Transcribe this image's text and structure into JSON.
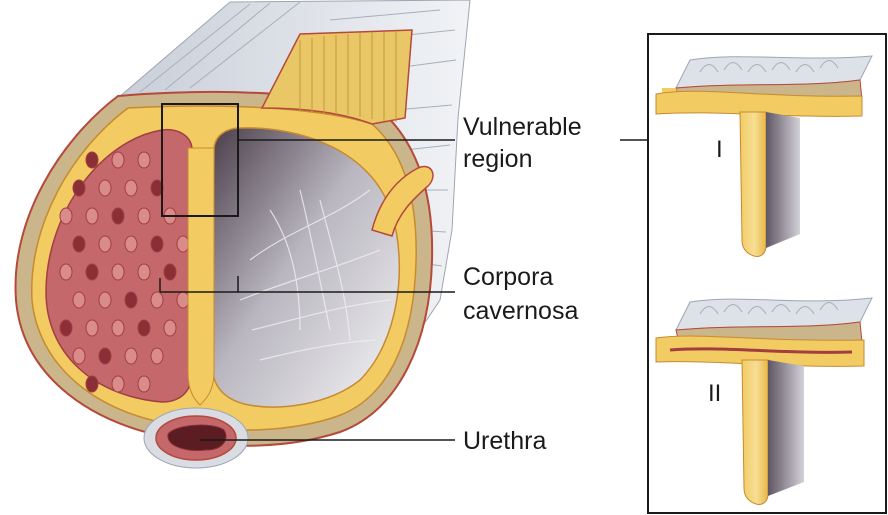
{
  "labels": {
    "vulnerable_line1": "Vulnerable",
    "vulnerable_line2": "region",
    "corpora_line1": "Corpora",
    "corpora_line2": "cavernosa",
    "urethra": "Urethra"
  },
  "inset": {
    "roman_1": "I",
    "roman_2": "II"
  },
  "colors": {
    "tunica_yellow": "#f2cc63",
    "tissue_red": "#c4686b",
    "sinus_dark": "#8a2f35",
    "outer_tan": "#c9b48a",
    "fascia_gray": "#d9dde3",
    "outline": "#b5493a"
  }
}
